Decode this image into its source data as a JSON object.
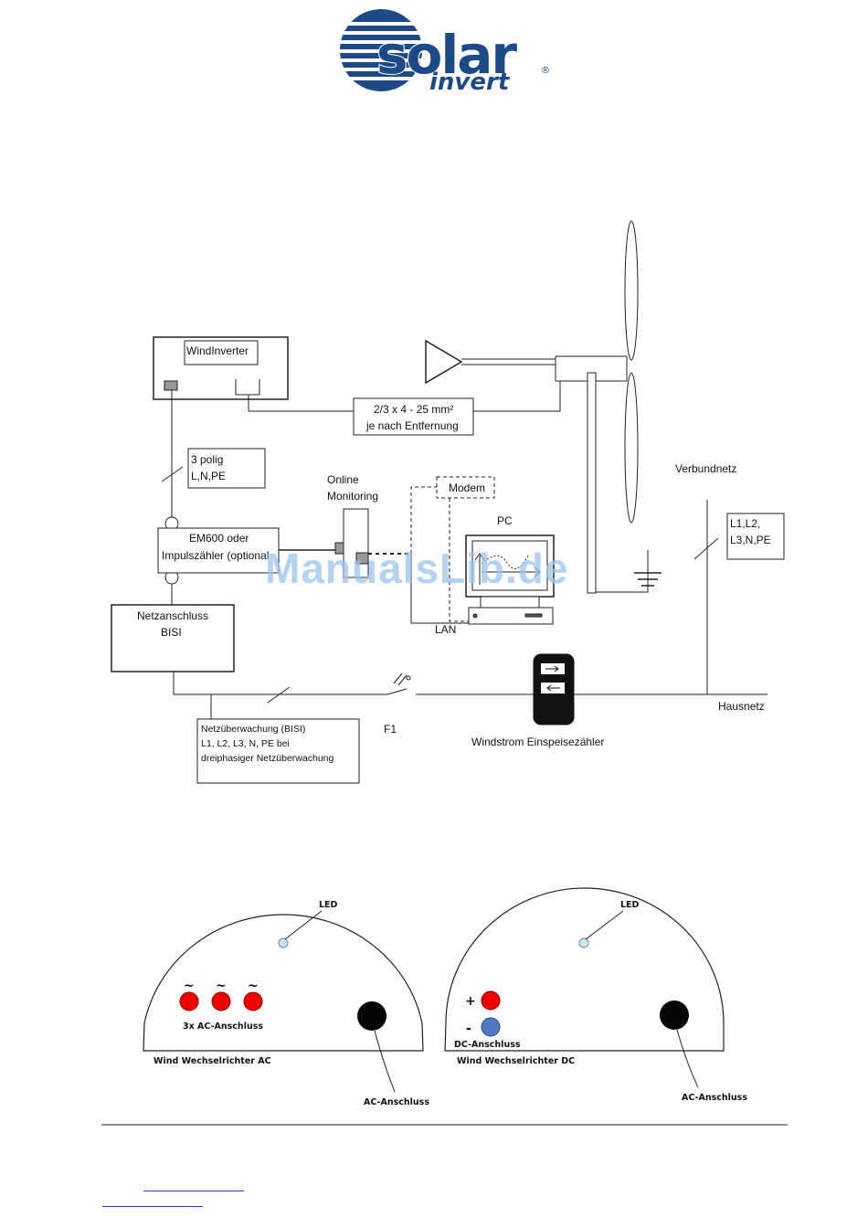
{
  "logo": {
    "word_top": "solar",
    "word_bottom": "invert",
    "mark": "®"
  },
  "watermark": "ManualsLib.de",
  "diagram": {
    "windinverter": "WindInverter",
    "cable": {
      "line1": "2/3 x 4 - 25 mm²",
      "line2": "je nach Entfernung"
    },
    "three_pole": {
      "line1": "3 polig",
      "line2": "L,N,PE"
    },
    "online_monitoring": {
      "line1": "Online",
      "line2": "Monitoring"
    },
    "modem": "Modem",
    "pc": "PC",
    "lan": "LAN",
    "em600": {
      "line1": "EM600 oder",
      "line2": "Impulszähler (optional"
    },
    "netzanschluss": {
      "line1": "Netzanschluss",
      "line2": "BISI"
    },
    "verbundnetz": "Verbundnetz",
    "phases": {
      "line1": "L1,L2,",
      "line2": "L3,N,PE"
    },
    "hausnetz": "Hausnetz",
    "f1": "F1",
    "meter_label": "Windstrom Einspeisezähler",
    "netzueberwachung": {
      "line1": "Netzüberwachung (BISI)",
      "line2": "L1, L2, L3, N, PE bei",
      "line3": "dreiphasiger Netzüberwachung"
    }
  },
  "connectors": {
    "ac": {
      "led": "LED",
      "tilde": "~",
      "ac_inputs": "3x AC-Anschluss",
      "title": "Wind Wechselrichter AC",
      "output": "AC-Anschluss"
    },
    "dc": {
      "led": "LED",
      "plus": "+",
      "minus": "-",
      "dc_inputs": "DC-Anschluss",
      "title": "Wind Wechselrichter DC",
      "output": "AC-Anschluss"
    }
  },
  "colors": {
    "logo_blue": "#1c4a86",
    "red_socket": "#f00000",
    "blue_socket": "#4f7bc1",
    "led": "#cfe3f0"
  }
}
